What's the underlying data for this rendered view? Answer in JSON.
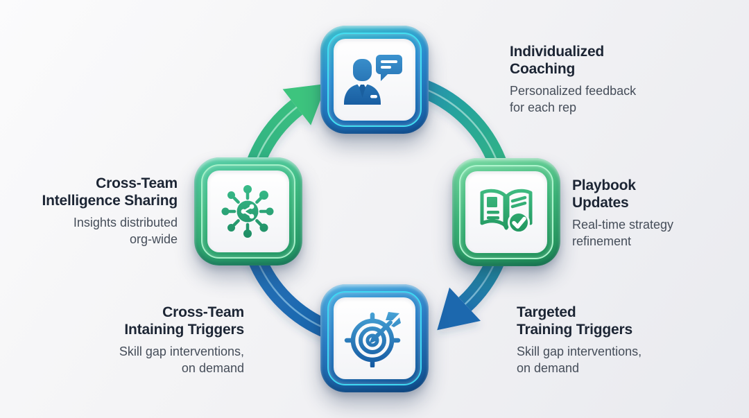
{
  "diagram": {
    "type": "cycle",
    "direction": "clockwise",
    "labels": {
      "coaching": {
        "title": "Individualized\nCoaching",
        "subtitle": "Personalized feedback\nfor each rep",
        "icon": "businessperson-chat-icon",
        "accent": "blue"
      },
      "playbook": {
        "title": "Playbook\nUpdates",
        "subtitle": "Real-time strategy\nrefinement",
        "icon": "open-book-check-icon",
        "accent": "green"
      },
      "targeted": {
        "title": "Targeted\nTraining Triggers",
        "subtitle": "Skill gap interventions,\non demand",
        "icon": "target-arrow-icon",
        "accent": "blue"
      },
      "retraining": {
        "title": "Cross-Team\nIntaining Triggers",
        "subtitle": "Skill gap interventions,\non demand"
      },
      "sharing": {
        "title": "Cross-Team\nIntelligence Sharing",
        "subtitle": "Insights distributed\norg-wide",
        "icon": "network-share-icon",
        "accent": "green"
      }
    },
    "arrows": [
      {
        "name": "green-arrow-left-to-top",
        "color": "#3ec47e"
      },
      {
        "name": "blue-arrow-right-to-bottom",
        "color": "#1e67ae"
      }
    ],
    "colors": {
      "green": "#35b97a",
      "blue": "#1e6cb3",
      "teal": "#2e9fbe",
      "neon_cyan": "#43dff1",
      "neon_mint": "#aef4cd",
      "title_text": "#1c2534",
      "subtitle_text": "#454d59",
      "background_light": "#fafafb",
      "background_dark": "#e9eaef"
    }
  }
}
